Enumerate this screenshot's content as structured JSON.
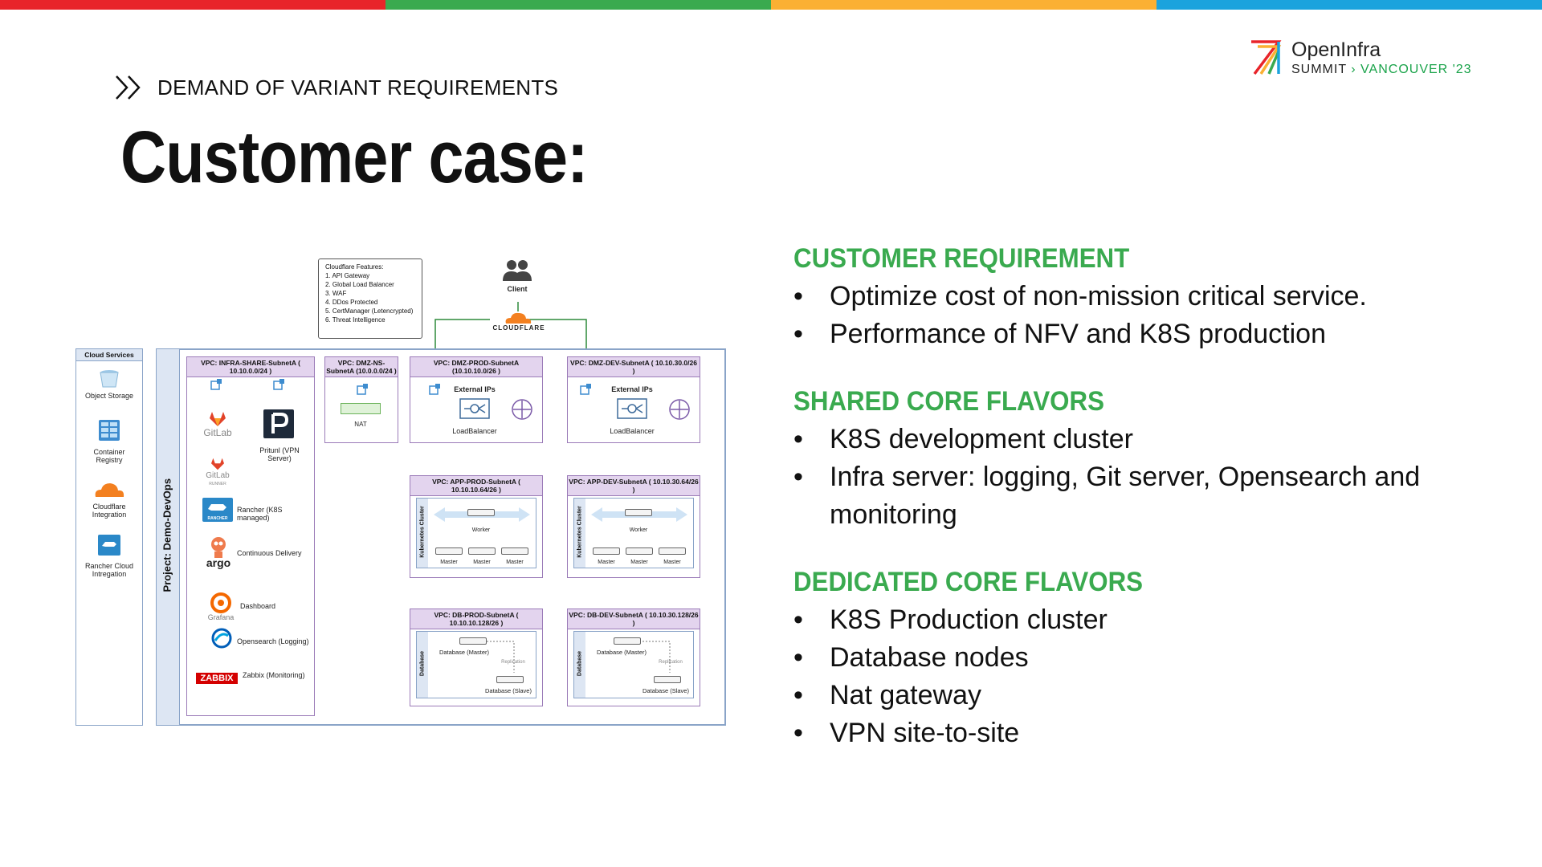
{
  "topbar_colors": [
    "#e8242a",
    "#3aaa4f",
    "#fbb033",
    "#1ba3dd"
  ],
  "breadcrumb": {
    "icon": "double-chevron-right-icon",
    "text": "DEMAND OF VARIANT REQUIREMENTS"
  },
  "title": "Customer case:",
  "logo": {
    "name": "OpenInfra",
    "line2_a": "SUMMIT",
    "line2_sep": "›",
    "line2_b": "VANCOUVER '23"
  },
  "sections": [
    {
      "heading": "CUSTOMER REQUIREMENT",
      "items": [
        "Optimize cost of non-mission critical service.",
        "Performance of NFV and K8S production"
      ]
    },
    {
      "heading": "SHARED CORE FLAVORS",
      "items": [
        "K8S development cluster",
        "Infra server: logging, Git server, Opensearch and monitoring"
      ]
    },
    {
      "heading": "DEDICATED CORE FLAVORS",
      "items": [
        "K8S Production cluster",
        "Database nodes",
        "Nat gateway",
        "VPN site-to-site"
      ]
    }
  ],
  "diagram": {
    "cloudflare_features": [
      "Cloudflare Features:",
      "1. API Gateway",
      "2. Global Load Balancer",
      "3. WAF",
      "4. DDos Protected",
      "5. CertManager (Letencrypted)",
      "6. Threat Intelligence"
    ],
    "client": "Client",
    "cloudflare": "CLOUDFLARE",
    "cloud_services": {
      "title": "Cloud Services",
      "items": [
        "Object Storage",
        "Container Registry",
        "Cloudflare Integration",
        "Rancher Cloud Intregation"
      ]
    },
    "project": "Project: Demo-DevOps",
    "infra": {
      "header": "VPC: INFRA-SHARE-SubnetA ( 10.10.0.0/24 )",
      "gitlab": "GitLab",
      "gitlab_runner": "GitLab",
      "runner_sub": "RUNNER",
      "pritunl": "Pritunl (VPN Server)",
      "rancher_logo": "RANCHER",
      "services": [
        "Rancher (K8S managed)",
        "Continuous Delivery",
        "Dashboard",
        "Opensearch (Logging)",
        "Zabbix (Monitoring)"
      ],
      "argo": "argo",
      "grafana": "Grafana",
      "zabbix_logo": "ZABBIX"
    },
    "dmz_ns": {
      "header": "VPC: DMZ-NS-SubnetA (10.0.0.0/24 )",
      "nat": "NAT"
    },
    "dmz_prod": {
      "header": "VPC: DMZ-PROD-SubnetA (10.10.10.0/26 )",
      "ext": "External IPs",
      "lb": "LoadBalancer"
    },
    "dmz_dev": {
      "header": "VPC: DMZ-DEV-SubnetA ( 10.10.30.0/26 )",
      "ext": "External IPs",
      "lb": "LoadBalancer"
    },
    "app_prod": {
      "header": "VPC: APP-PROD-SubnetA ( 10.10.10.64/26 )",
      "cluster": "Kubernetes Cluster",
      "worker": "Worker",
      "masters": [
        "Master",
        "Master",
        "Master"
      ]
    },
    "app_dev": {
      "header": "VPC: APP-DEV-SubnetA ( 10.10.30.64/26 )",
      "cluster": "Kubernetes Cluster",
      "worker": "Worker",
      "masters": [
        "Master",
        "Master",
        "Master"
      ]
    },
    "db_prod": {
      "header": "VPC: DB-PROD-SubnetA ( 10.10.10.128/26 )",
      "db": "Database",
      "master": "Database (Master)",
      "replication": "Replication",
      "slave": "Database (Slave)"
    },
    "db_dev": {
      "header": "VPC: DB-DEV-SubnetA ( 10.10.30.128/26 )",
      "db": "Database",
      "master": "Database (Master)",
      "replication": "Replication",
      "slave": "Database (Slave)"
    }
  }
}
